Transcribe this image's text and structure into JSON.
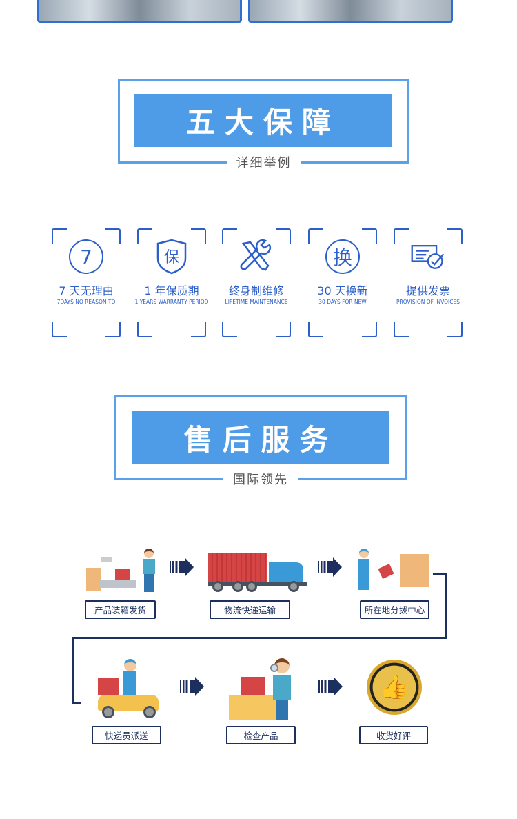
{
  "section1": {
    "title": "五大保障",
    "subtitle": "详细举例"
  },
  "guarantees": [
    {
      "icon": "seven-circle-icon",
      "glyph": "7",
      "cn": "7 天无理由",
      "en": "7DAYS NO REASON TO"
    },
    {
      "icon": "shield-bao-icon",
      "glyph": "保",
      "cn": "1 年保质期",
      "en": "1 YEARS WARRANTY PERIOD"
    },
    {
      "icon": "wrench-screwdriver-icon",
      "glyph": "",
      "cn": "终身制维修",
      "en": "LIFETIME MAINTENANCE"
    },
    {
      "icon": "exchange-circle-icon",
      "glyph": "换",
      "cn": "30 天换新",
      "en": "30 DAYS FOR NEW"
    },
    {
      "icon": "invoice-check-icon",
      "glyph": "",
      "cn": "提供发票",
      "en": "PROVISION OF INVOICES"
    }
  ],
  "section2": {
    "title": "售后服务",
    "subtitle": "国际领先"
  },
  "steps": [
    {
      "label": "产品装箱发货",
      "icon": "packing-worker-illustration"
    },
    {
      "label": "物流快递运输",
      "icon": "truck-illustration"
    },
    {
      "label": "所在地分拨中心",
      "icon": "distribution-worker-illustration"
    },
    {
      "label": "快递员派送",
      "icon": "courier-scooter-illustration"
    },
    {
      "label": "检查产品",
      "icon": "inspect-product-illustration"
    },
    {
      "label": "收货好评",
      "icon": "thumbs-up-medal-illustration"
    }
  ],
  "colors": {
    "accent": "#4e9be7",
    "icon": "#2c5fc9",
    "navy": "#1c2f5e"
  }
}
